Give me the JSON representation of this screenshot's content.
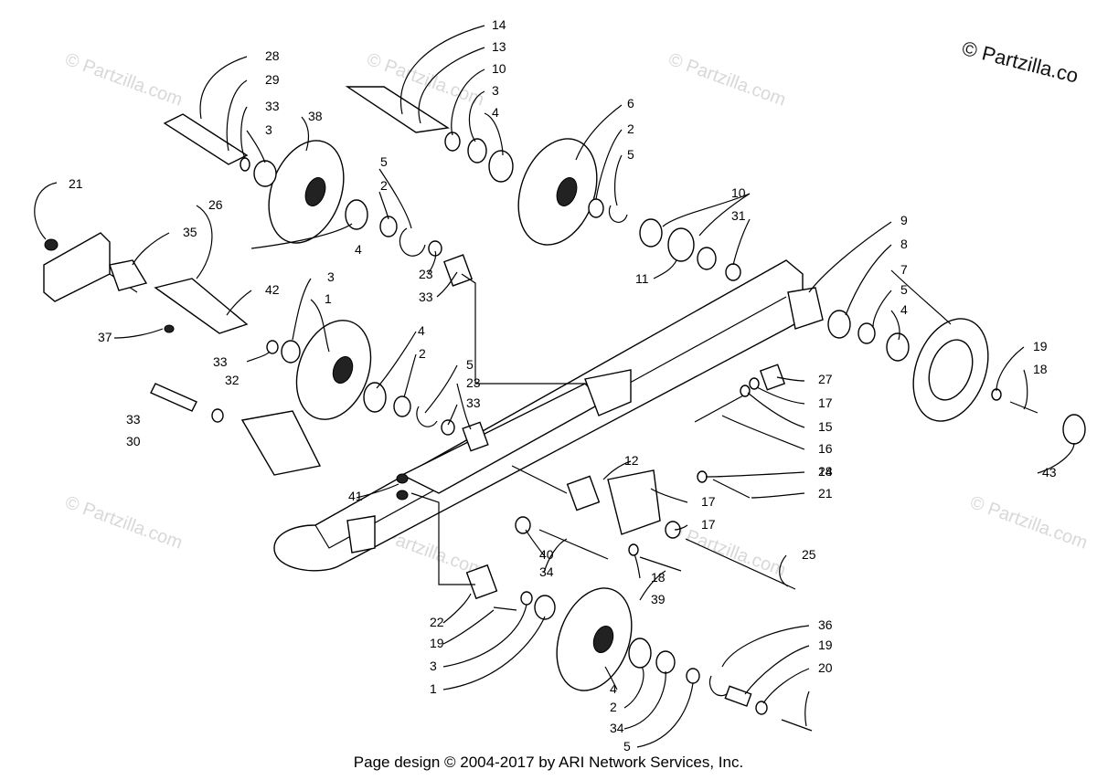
{
  "copyright_corner": "© Partzilla.co",
  "watermark_text": "© Partzilla.com",
  "footer": "Page design © 2004-2017 by ARI Network Services, Inc.",
  "callouts": [
    "14",
    "13",
    "10",
    "3",
    "4",
    "6",
    "2",
    "5",
    "28",
    "29",
    "33",
    "3",
    "38",
    "5",
    "2",
    "4",
    "10",
    "31",
    "11",
    "21",
    "26",
    "35",
    "42",
    "37",
    "3",
    "1",
    "33",
    "4",
    "2",
    "33",
    "23",
    "5",
    "23",
    "33",
    "9",
    "8",
    "7",
    "5",
    "4",
    "19",
    "18",
    "43",
    "27",
    "17",
    "15",
    "16",
    "24",
    "33",
    "30",
    "32",
    "12",
    "17",
    "18",
    "21",
    "41",
    "40",
    "34",
    "17",
    "18",
    "39",
    "25",
    "22",
    "19",
    "3",
    "1",
    "4",
    "2",
    "34",
    "5",
    "36",
    "19",
    "20"
  ]
}
